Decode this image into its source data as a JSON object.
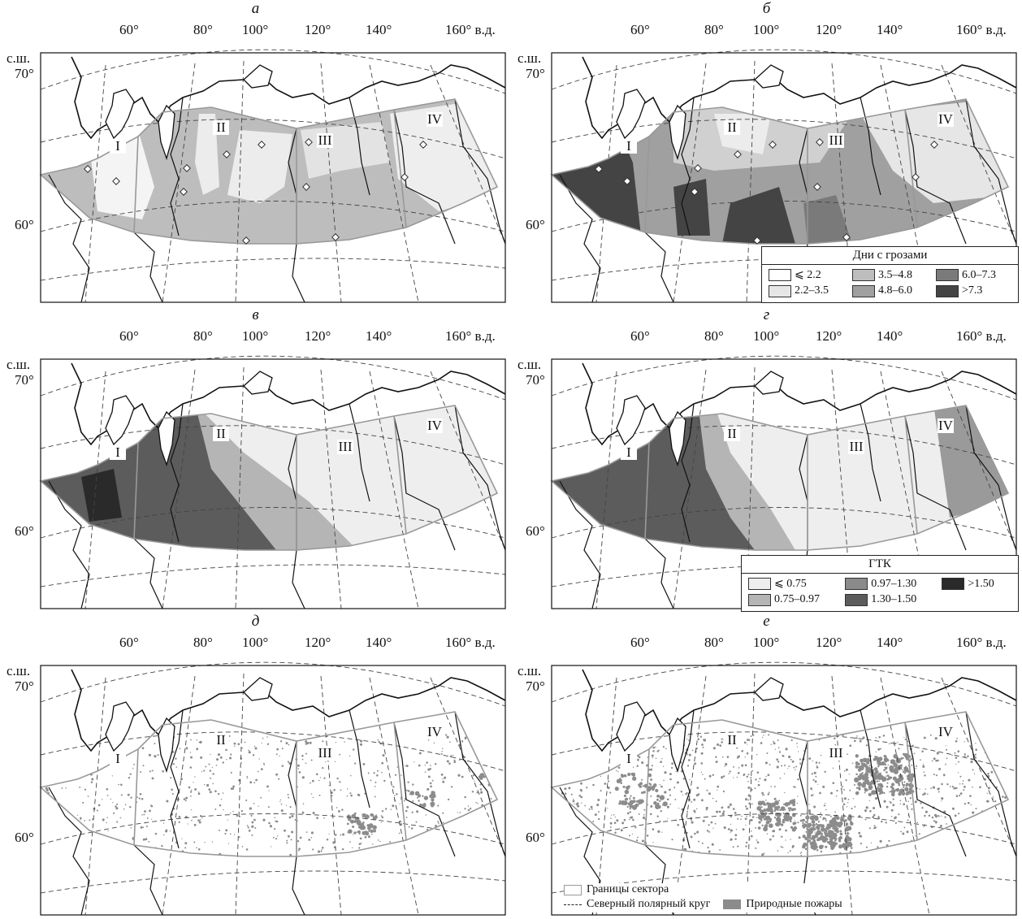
{
  "panels": [
    {
      "id": "a",
      "label": "а"
    },
    {
      "id": "b",
      "label": "б"
    },
    {
      "id": "v",
      "label": "в"
    },
    {
      "id": "g",
      "label": "г"
    },
    {
      "id": "d",
      "label": "д"
    },
    {
      "id": "e",
      "label": "е"
    }
  ],
  "longitude_labels": [
    "60°",
    "80°",
    "100°",
    "120°",
    "140°",
    "160° в.д."
  ],
  "latitude_label_top": "с.ш.",
  "latitude_label_70": "70°",
  "latitude_label_60": "60°",
  "sectors": [
    "I",
    "II",
    "III",
    "IV"
  ],
  "legend_thunder": {
    "title": "Дни с грозами",
    "items": [
      {
        "label": "⩽ 2.2",
        "color": "#ffffff"
      },
      {
        "label": "3.5–4.8",
        "color": "#bdbdbd"
      },
      {
        "label": "6.0–7.3",
        "color": "#7a7a7a"
      },
      {
        "label": "2.2–3.5",
        "color": "#e6e6e6"
      },
      {
        "label": "4.8–6.0",
        "color": "#a0a0a0"
      },
      {
        "label": ">7.3",
        "color": "#444444"
      }
    ]
  },
  "legend_gtk": {
    "title": "ГТК",
    "items": [
      {
        "label": "⩽ 0.75",
        "color": "#eeeeee"
      },
      {
        "label": "0.97–1.30",
        "color": "#8a8a8a"
      },
      {
        "label": ">1.50",
        "color": "#2a2a2a"
      },
      {
        "label": "0.75–0.97",
        "color": "#b5b5b5"
      },
      {
        "label": "1.30–1.50",
        "color": "#5c5c5c"
      }
    ]
  },
  "legend_fires": {
    "sector_bounds": "Границы сектора",
    "arctic_circle": "Северный полярный круг",
    "wildfires": "Природные пожары"
  }
}
